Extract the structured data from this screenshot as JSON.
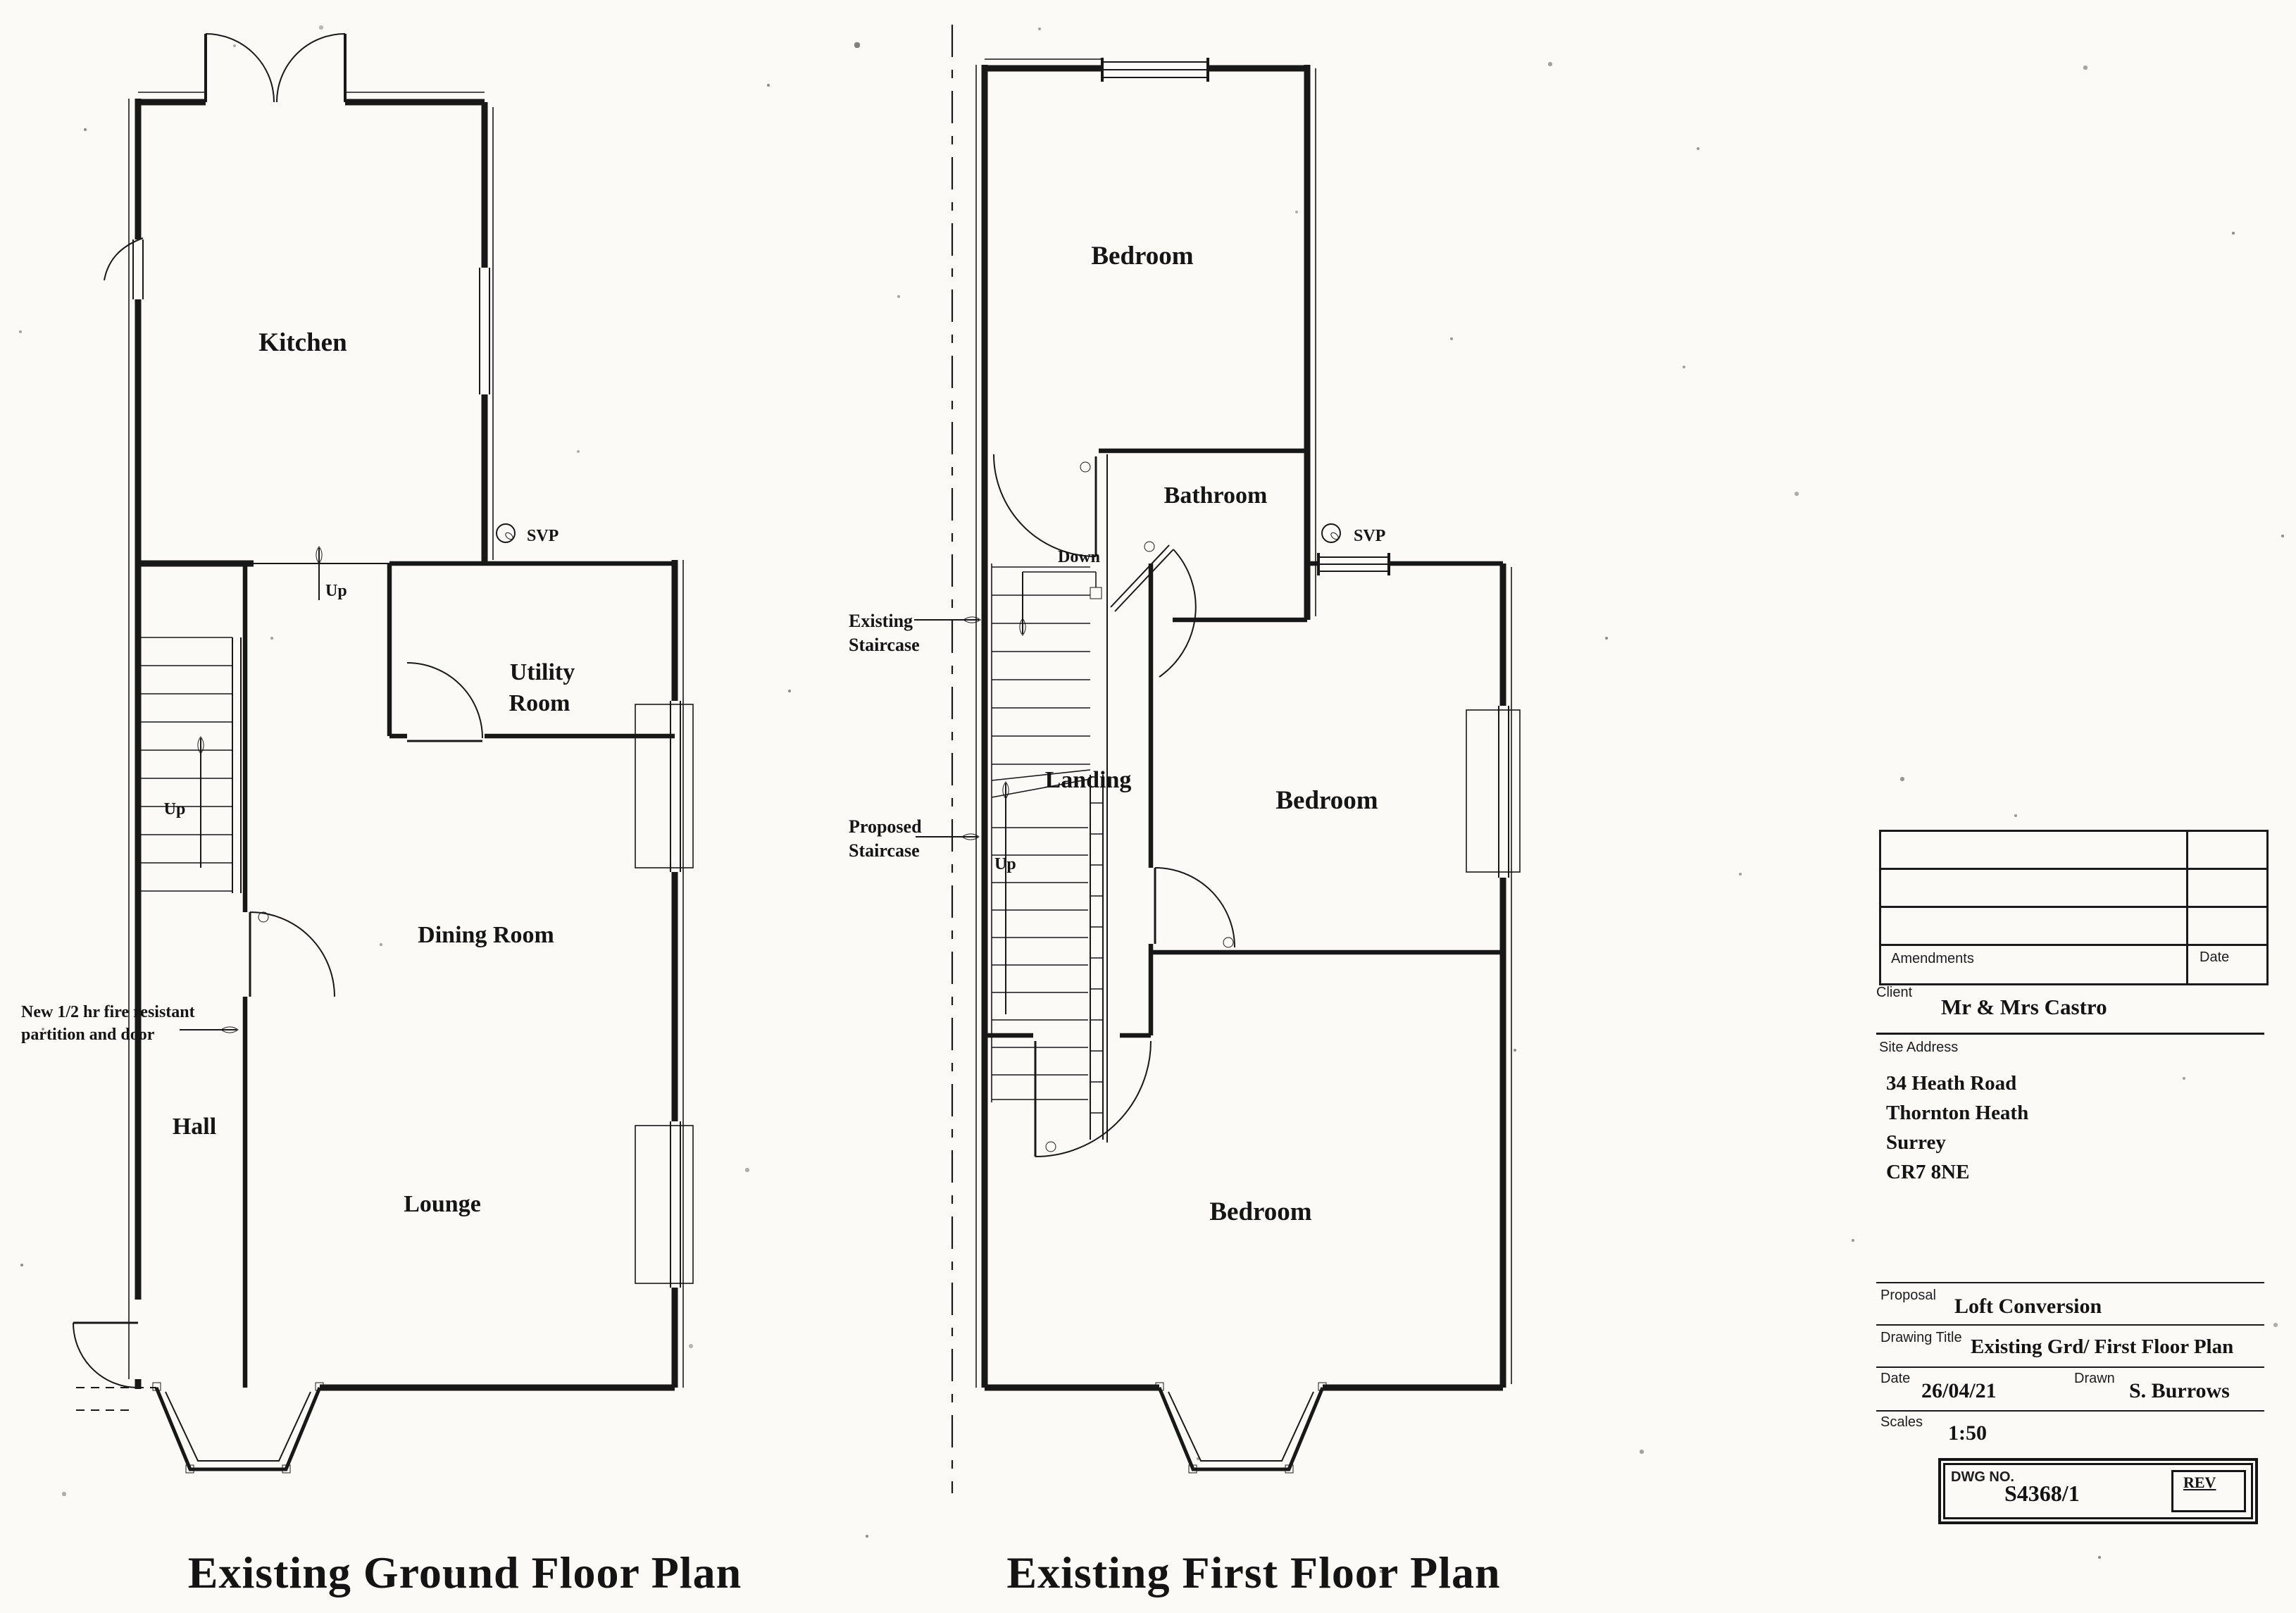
{
  "document": {
    "type": "architectural floor plan drawing",
    "colors": {
      "ink": "#181818",
      "paper": "#fbfaf7"
    }
  },
  "ground_floor": {
    "title": "Existing Ground Floor Plan",
    "labels": {
      "kitchen": "Kitchen",
      "utility_line1": "Utility",
      "utility_line2": "Room",
      "dining_room": "Dining Room",
      "hall": "Hall",
      "lounge": "Lounge",
      "up_step": "Up",
      "up_stairs": "Up",
      "svp": "SVP",
      "fire_note_line1": "New 1/2 hr fire resistant",
      "fire_note_line2": "partition and door"
    }
  },
  "first_floor": {
    "title": "Existing First Floor Plan",
    "labels": {
      "bedroom_rear": "Bedroom",
      "bathroom": "Bathroom",
      "bedroom_middle": "Bedroom",
      "bedroom_front": "Bedroom",
      "landing": "Landing",
      "down": "Down",
      "up": "Up",
      "svp": "SVP",
      "existing_staircase_line1": "Existing",
      "existing_staircase_line2": "Staircase",
      "proposed_staircase_line1": "Proposed",
      "proposed_staircase_line2": "Staircase"
    }
  },
  "title_block": {
    "amendments_header": "Amendments",
    "amendments_date_header": "Date",
    "client_label": "Client",
    "client_value": "Mr & Mrs Castro",
    "site_address_label": "Site Address",
    "site_address_lines": [
      "34 Heath Road",
      "Thornton Heath",
      "Surrey",
      "CR7 8NE"
    ],
    "proposal_label": "Proposal",
    "proposal_value": "Loft Conversion",
    "drawing_title_label": "Drawing Title",
    "drawing_title_value": "Existing Grd/ First Floor Plan",
    "date_label": "Date",
    "date_value": "26/04/21",
    "drawn_label": "Drawn",
    "drawn_value": "S. Burrows",
    "scales_label": "Scales",
    "scales_value": "1:50",
    "dwg_no_label": "DWG NO.",
    "dwg_no_value": "S4368/1",
    "rev_label": "REV"
  }
}
